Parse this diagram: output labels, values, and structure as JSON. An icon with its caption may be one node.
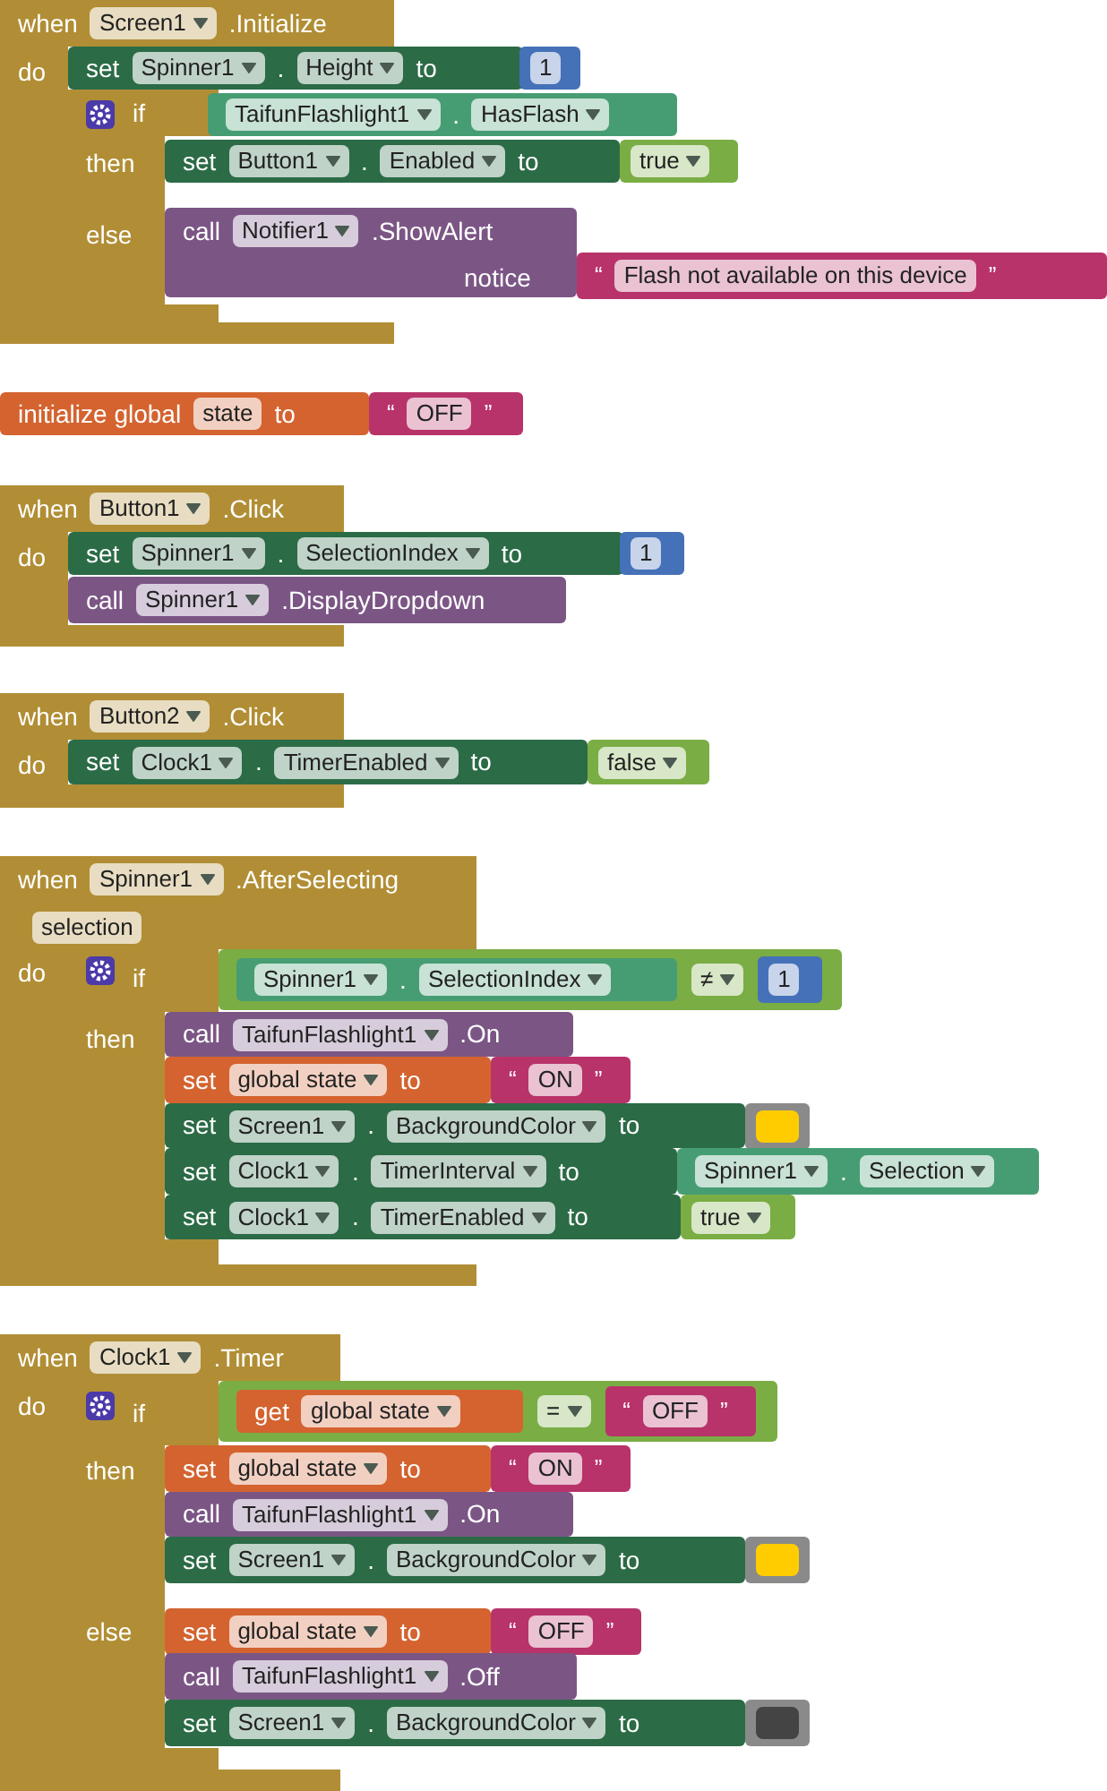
{
  "diagram": {
    "nodes": [
      {
        "text": [
          "when",
          "Screen1",
          ".Initialize",
          "do"
        ]
      },
      {
        "text": [
          "set",
          "Spinner1",
          ".",
          "Height",
          "to"
        ]
      },
      {
        "text": [
          "1"
        ]
      },
      {
        "text": [
          "if",
          "then",
          "else"
        ]
      },
      {
        "text": [
          "TaifunFlashlight1",
          ".",
          "HasFlash"
        ]
      },
      {
        "text": [
          "set",
          "Button1",
          ".",
          "Enabled",
          "to"
        ]
      },
      {
        "text": [
          "true"
        ]
      },
      {
        "text": [
          "call",
          "Notifier1",
          ".ShowAlert",
          "notice"
        ]
      },
      {
        "text": [
          "“",
          "Flash not available on this device",
          "”"
        ]
      },
      {
        "text": [
          "initialize global",
          "state",
          "to"
        ]
      },
      {
        "text": [
          "“",
          "OFF",
          "”"
        ]
      },
      {
        "text": [
          "when",
          "Button1",
          ".Click",
          "do"
        ]
      },
      {
        "text": [
          "set",
          "Spinner1",
          ".",
          "SelectionIndex",
          "to"
        ]
      },
      {
        "text": [
          "1"
        ]
      },
      {
        "text": [
          "call",
          "Spinner1",
          ".DisplayDropdown"
        ]
      },
      {
        "text": [
          "when",
          "Button2",
          ".Click",
          "do"
        ]
      },
      {
        "text": [
          "set",
          "Clock1",
          ".",
          "TimerEnabled",
          "to"
        ]
      },
      {
        "text": [
          "false"
        ]
      },
      {
        "text": [
          "when",
          "Spinner1",
          ".AfterSelecting",
          "selection",
          "do"
        ]
      },
      {
        "text": [
          "if",
          "then"
        ]
      },
      {
        "text": [
          "≠"
        ]
      },
      {
        "text": [
          "Spinner1",
          ".",
          "SelectionIndex"
        ],
        "in": 20
      },
      {
        "text": [
          "1"
        ],
        "in": 20
      },
      {
        "text": [
          "call",
          "TaifunFlashlight1",
          ".On"
        ]
      },
      {
        "text": [
          "set",
          "global state",
          "to"
        ]
      },
      {
        "text": [
          "“",
          "ON",
          "”"
        ]
      },
      {
        "text": [
          "set",
          "Screen1",
          ".",
          "BackgroundColor",
          "to"
        ]
      },
      {
        "text": [],
        "shape": "box"
      },
      {
        "text": [
          "set",
          "Clock1",
          ".",
          "TimerInterval",
          "to"
        ]
      },
      {
        "text": [
          "Spinner1",
          ".",
          "Selection"
        ]
      },
      {
        "text": [
          "set",
          "Clock1",
          ".",
          "TimerEnabled",
          "to"
        ]
      },
      {
        "text": [
          "true"
        ]
      },
      {
        "text": [
          "when",
          "Clock1",
          ".Timer",
          "do"
        ]
      },
      {
        "text": [
          "if",
          "then",
          "else"
        ]
      },
      {
        "text": [
          "="
        ]
      },
      {
        "text": [
          "get",
          "global state"
        ],
        "in": 34
      },
      {
        "text": [
          "“",
          "OFF",
          "”"
        ],
        "in": 34
      },
      {
        "text": [
          "set",
          "global state",
          "to"
        ]
      },
      {
        "text": [
          "“",
          "ON",
          "”"
        ]
      },
      {
        "text": [
          "call",
          "TaifunFlashlight1",
          ".On"
        ]
      },
      {
        "text": [
          "set",
          "Screen1",
          ".",
          "BackgroundColor",
          "to"
        ]
      },
      {
        "text": [],
        "shape": "box"
      },
      {
        "text": [
          "set",
          "global state",
          "to"
        ]
      },
      {
        "text": [
          "“",
          "OFF",
          "”"
        ]
      },
      {
        "text": [
          "call",
          "TaifunFlashlight1",
          ".Off"
        ]
      },
      {
        "text": [
          "set",
          "Screen1",
          ".",
          "BackgroundColor",
          "to"
        ]
      },
      {
        "text": [],
        "shape": "box"
      }
    ]
  }
}
